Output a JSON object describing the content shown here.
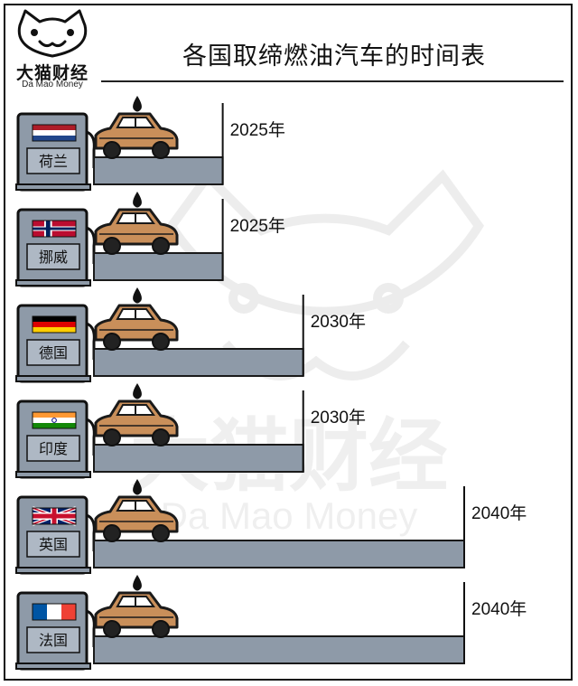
{
  "logo": {
    "name": "大猫财经",
    "subtitle": "Da Mao Money"
  },
  "watermark": {
    "name": "大猫财经",
    "subtitle": "Da Mao Money"
  },
  "colors": {
    "bar_fill": "#8e9aa8",
    "bar_stroke": "#1a1a1a",
    "car_body": "#c98f5a",
    "car_stroke": "#1a1a1a",
    "pump_fill": "#8e9aa8",
    "label_bg": "#aeb8c4"
  },
  "chart_data": {
    "type": "bar",
    "orientation": "horizontal",
    "title": "各国取缔燃油汽车的时间表",
    "categories": [
      "荷兰",
      "挪威",
      "德国",
      "印度",
      "英国",
      "法国"
    ],
    "values": [
      2025,
      2025,
      2030,
      2030,
      2040,
      2040
    ],
    "value_labels": [
      "2025年",
      "2025年",
      "2030年",
      "2030年",
      "2040年",
      "2040年"
    ],
    "flags": [
      "netherlands-flag",
      "norway-flag",
      "germany-flag",
      "india-flag",
      "uk-flag",
      "france-flag"
    ],
    "xlim": [
      2017,
      2040
    ],
    "xlabel": "",
    "ylabel": "",
    "grid": false,
    "legend": "none"
  }
}
